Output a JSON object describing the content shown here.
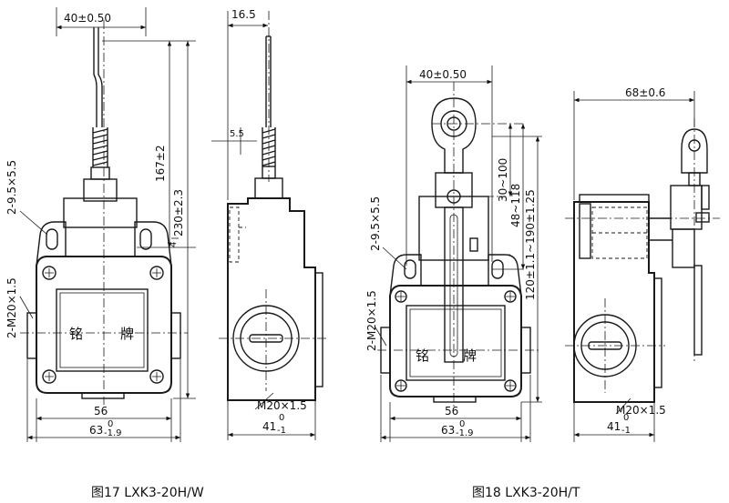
{
  "fig17": {
    "caption": "图17  LXK3-20H/W",
    "dims": {
      "width_top": "40±0.50",
      "height_switch": "167±2",
      "height_total": "230±2.3",
      "holes": "2-9.5×5.5",
      "thread": "2-M20×1.5",
      "base": "56",
      "overall": "63",
      "overall_tol_up": "0",
      "overall_tol_dn": "-1.9",
      "side_width": "16.5",
      "offset": "5.5",
      "side_thread": "M20×1.5",
      "side_base": "41",
      "side_tol_up": "0",
      "side_tol_dn": "-1",
      "small_4": "4"
    },
    "nameplate": [
      "铭",
      "牌"
    ]
  },
  "fig18": {
    "caption": "图18  LXK3-20H/T",
    "dims": {
      "width_top": "40±0.50",
      "range_a": "30~100",
      "range_b": "48~118",
      "range_c": "120±1.1~190±1.25",
      "holes": "2-9.5×5.5",
      "thread": "2-M20×1.5",
      "base": "56",
      "overall": "63",
      "overall_tol_up": "0",
      "overall_tol_dn": "-1.9",
      "side_width": "68±0.6",
      "side_thread": "M20×1.5",
      "side_base": "41",
      "side_tol_up": "0",
      "side_tol_dn": "-1"
    },
    "nameplate": [
      "铭",
      "牌"
    ]
  },
  "colors": {
    "line": "#1a1a1a",
    "background": "#ffffff"
  }
}
